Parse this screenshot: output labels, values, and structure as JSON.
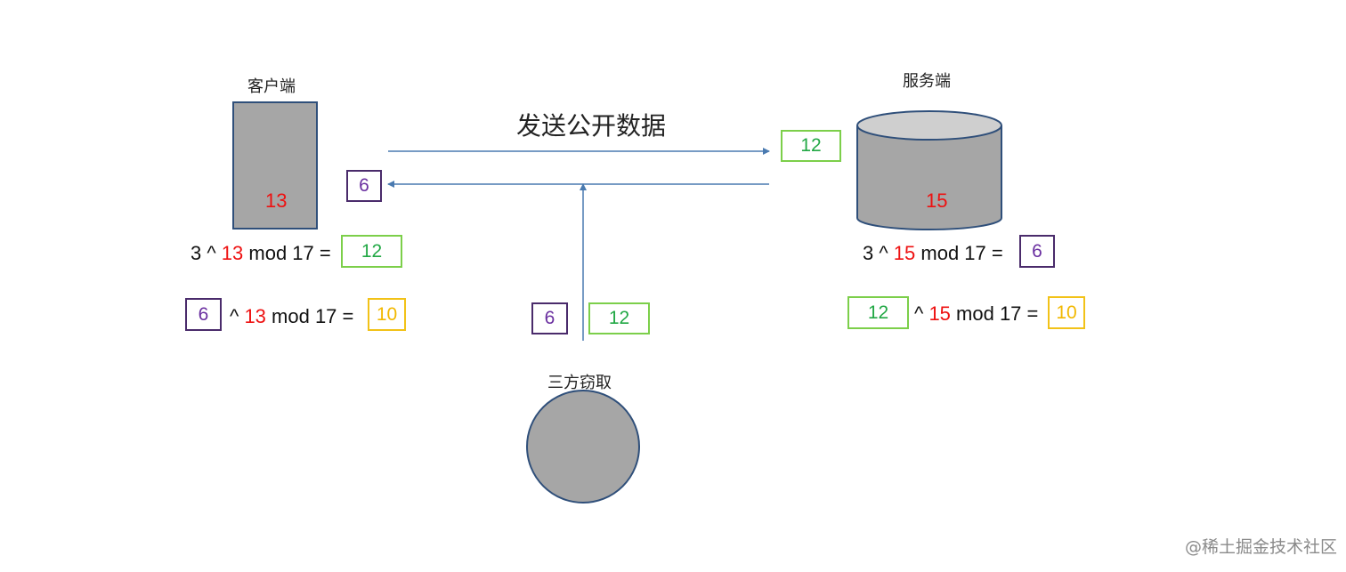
{
  "client": {
    "label": "客户端",
    "secret": "13"
  },
  "server": {
    "label": "服务端",
    "secret": "15"
  },
  "eavesdropper": {
    "label": "三方窃取"
  },
  "channel": {
    "title": "发送公开数据"
  },
  "boxes": {
    "sent_to_server": "12",
    "sent_to_client": "6",
    "intercepted_a": "6",
    "intercepted_b": "12"
  },
  "client_eq1": {
    "base": "3 ^ ",
    "exp": "13",
    "rest": " mod 17 = ",
    "result": "12"
  },
  "client_eq2": {
    "base": "6",
    "op": "^ ",
    "exp": "13",
    "rest": " mod 17 = ",
    "result": "10"
  },
  "server_eq1": {
    "base": "3 ^ ",
    "exp": "15",
    "rest": " mod 17 = ",
    "result": "6"
  },
  "server_eq2": {
    "base": "12",
    "op": "^ ",
    "exp": "15",
    "rest": " mod 17 = ",
    "result": "10"
  },
  "watermark": "@稀土掘金技术社区",
  "colors": {
    "shape_fill": "#a6a6a6",
    "shape_stroke": "#2f4f7a",
    "arrow": "#4a7ab0",
    "secret": "#ee1111",
    "purple_value": "#6a2fa0",
    "green_value": "#22a845",
    "yellow_value": "#f2b800"
  }
}
